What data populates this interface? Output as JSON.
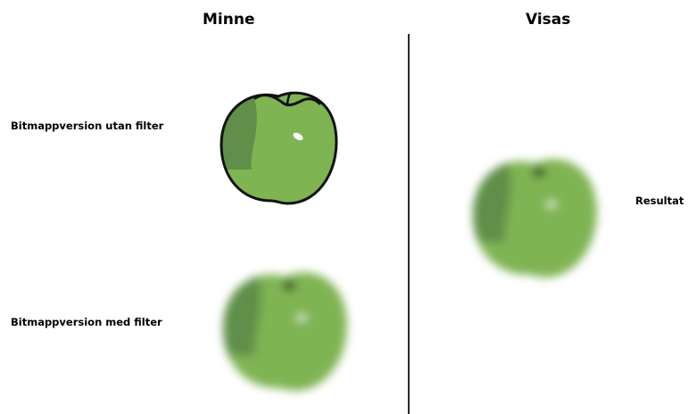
{
  "headings": {
    "memory": "Minne",
    "display": "Visas"
  },
  "labels": {
    "unfiltered": "Bitmappversion utan filter",
    "filtered": "Bitmappversion med filter",
    "result": "Resultat"
  },
  "colors": {
    "apple_body": "#7fb452",
    "apple_shadow": "#5f8f48",
    "apple_outline": "#111111",
    "divider": "#2b2b2b",
    "highlight": "#ffffff"
  },
  "illustrations": {
    "unfiltered": "apple-icon",
    "filtered": "apple-icon-blurred",
    "result": "apple-icon-blurred"
  }
}
